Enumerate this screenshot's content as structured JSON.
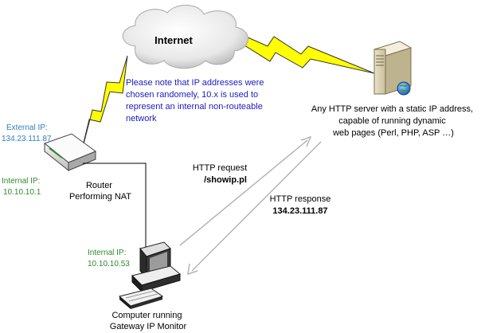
{
  "cloud": {
    "label": "Internet"
  },
  "note": {
    "lines": [
      "Please note that IP addresses were",
      "chosen randomely, 10.x is used to",
      "represent an internal non-routeable",
      "network"
    ]
  },
  "server": {
    "caption_lines": [
      "Any HTTP server with a static IP address,",
      "capable of running dynamic",
      "web pages (Perl, PHP, ASP …)"
    ]
  },
  "router": {
    "external_label": "External IP:",
    "external_ip": "134.23.111.87",
    "internal_label": "Internal IP:",
    "internal_ip": "10.10.10.1",
    "caption_lines": [
      "Router",
      "Performing NAT"
    ]
  },
  "computer": {
    "internal_label": "Internal IP:",
    "internal_ip": "10.10.10.53",
    "caption_lines": [
      "Computer running",
      "Gateway IP Monitor"
    ]
  },
  "request": {
    "label": "HTTP request",
    "value": "/showip.pl"
  },
  "response": {
    "label": "HTTP response",
    "value": "134.23.111.87"
  },
  "colors": {
    "note_text": "#1b1bbf",
    "external_ip": "#2f7fbf",
    "internal_ip": "#2e8b2e",
    "lightning": "#ffff00",
    "arrow": "#b4b4b4"
  }
}
